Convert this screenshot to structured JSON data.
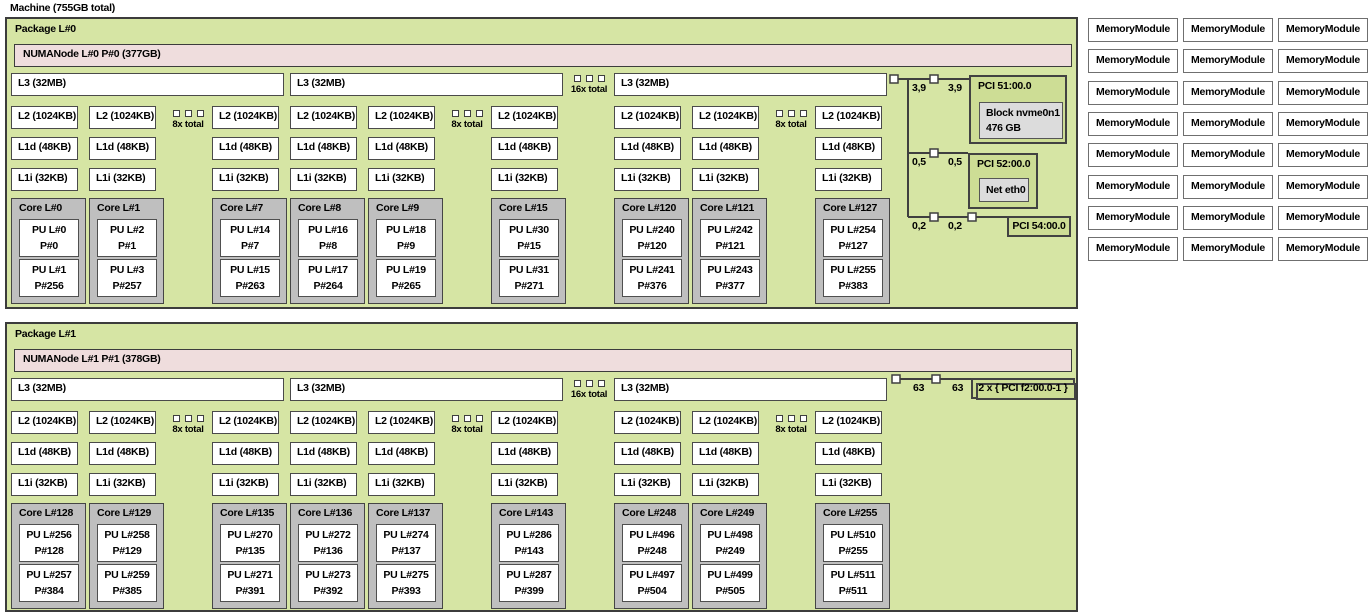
{
  "machine": {
    "label": "Machine (755GB total)"
  },
  "colors": {
    "package_fill": "#d6e5a4",
    "numanode_fill": "#efdddd",
    "core_fill": "#bfbfbf",
    "pci_fill": "#cddd95",
    "device_fill": "#dcdcdc",
    "box_fill": "#ffffff",
    "border": "#3c3c3c"
  },
  "cache_labels": {
    "l3": "L3 (32MB)",
    "l2": "L2 (1024KB)",
    "l1d": "L1d (48KB)",
    "l1i": "L1i (32KB)"
  },
  "collapse": {
    "l2_more": "8x total",
    "l3_more": "16x total"
  },
  "packages": [
    {
      "label": "Package L#0",
      "numanode": "NUMANode L#0 P#0 (377GB)",
      "groups": [
        {
          "cores": [
            {
              "label": "Core L#0",
              "pus": [
                {
                  "l": "PU L#0",
                  "p": "P#0"
                },
                {
                  "l": "PU L#1",
                  "p": "P#256"
                }
              ]
            },
            {
              "label": "Core L#1",
              "pus": [
                {
                  "l": "PU L#2",
                  "p": "P#1"
                },
                {
                  "l": "PU L#3",
                  "p": "P#257"
                }
              ]
            },
            {
              "label": "Core L#7",
              "pus": [
                {
                  "l": "PU L#14",
                  "p": "P#7"
                },
                {
                  "l": "PU L#15",
                  "p": "P#263"
                }
              ]
            }
          ]
        },
        {
          "cores": [
            {
              "label": "Core L#8",
              "pus": [
                {
                  "l": "PU L#16",
                  "p": "P#8"
                },
                {
                  "l": "PU L#17",
                  "p": "P#264"
                }
              ]
            },
            {
              "label": "Core L#9",
              "pus": [
                {
                  "l": "PU L#18",
                  "p": "P#9"
                },
                {
                  "l": "PU L#19",
                  "p": "P#265"
                }
              ]
            },
            {
              "label": "Core L#15",
              "pus": [
                {
                  "l": "PU L#30",
                  "p": "P#15"
                },
                {
                  "l": "PU L#31",
                  "p": "P#271"
                }
              ]
            }
          ]
        },
        {
          "cores": [
            {
              "label": "Core L#120",
              "pus": [
                {
                  "l": "PU L#240",
                  "p": "P#120"
                },
                {
                  "l": "PU L#241",
                  "p": "P#376"
                }
              ]
            },
            {
              "label": "Core L#121",
              "pus": [
                {
                  "l": "PU L#242",
                  "p": "P#121"
                },
                {
                  "l": "PU L#243",
                  "p": "P#377"
                }
              ]
            },
            {
              "label": "Core L#127",
              "pus": [
                {
                  "l": "PU L#254",
                  "p": "P#127"
                },
                {
                  "l": "PU L#255",
                  "p": "P#383"
                }
              ]
            }
          ]
        }
      ],
      "pci": {
        "branches": [
          {
            "speed_left": "3,9",
            "speed_right": "3,9",
            "box": {
              "label": "PCI 51:00.0",
              "device": {
                "lines": [
                  "Block nvme0n1",
                  "476 GB"
                ]
              }
            }
          },
          {
            "speed_left": "0,5",
            "speed_right": "0,5",
            "box": {
              "label": "PCI 52:00.0",
              "device": {
                "lines": [
                  "Net eth0"
                ]
              }
            }
          },
          {
            "speed_left": "0,2",
            "speed_right": "0,2",
            "box": {
              "label": "PCI 54:00.0"
            }
          }
        ]
      }
    },
    {
      "label": "Package L#1",
      "numanode": "NUMANode L#1 P#1 (378GB)",
      "groups": [
        {
          "cores": [
            {
              "label": "Core L#128",
              "pus": [
                {
                  "l": "PU L#256",
                  "p": "P#128"
                },
                {
                  "l": "PU L#257",
                  "p": "P#384"
                }
              ]
            },
            {
              "label": "Core L#129",
              "pus": [
                {
                  "l": "PU L#258",
                  "p": "P#129"
                },
                {
                  "l": "PU L#259",
                  "p": "P#385"
                }
              ]
            },
            {
              "label": "Core L#135",
              "pus": [
                {
                  "l": "PU L#270",
                  "p": "P#135"
                },
                {
                  "l": "PU L#271",
                  "p": "P#391"
                }
              ]
            }
          ]
        },
        {
          "cores": [
            {
              "label": "Core L#136",
              "pus": [
                {
                  "l": "PU L#272",
                  "p": "P#136"
                },
                {
                  "l": "PU L#273",
                  "p": "P#392"
                }
              ]
            },
            {
              "label": "Core L#137",
              "pus": [
                {
                  "l": "PU L#274",
                  "p": "P#137"
                },
                {
                  "l": "PU L#275",
                  "p": "P#393"
                }
              ]
            },
            {
              "label": "Core L#143",
              "pus": [
                {
                  "l": "PU L#286",
                  "p": "P#143"
                },
                {
                  "l": "PU L#287",
                  "p": "P#399"
                }
              ]
            }
          ]
        },
        {
          "cores": [
            {
              "label": "Core L#248",
              "pus": [
                {
                  "l": "PU L#496",
                  "p": "P#248"
                },
                {
                  "l": "PU L#497",
                  "p": "P#504"
                }
              ]
            },
            {
              "label": "Core L#249",
              "pus": [
                {
                  "l": "PU L#498",
                  "p": "P#249"
                },
                {
                  "l": "PU L#499",
                  "p": "P#505"
                }
              ]
            },
            {
              "label": "Core L#255",
              "pus": [
                {
                  "l": "PU L#510",
                  "p": "P#255"
                },
                {
                  "l": "PU L#511",
                  "p": "P#511"
                }
              ]
            }
          ]
        }
      ],
      "pci": {
        "branches": [
          {
            "speed_left": "63",
            "speed_right": "63",
            "box": {
              "label": "2 x { PCI f2:00.0-1 }",
              "stacked": true
            }
          }
        ]
      }
    }
  ],
  "memory": {
    "label": "MemoryModule",
    "count": 24,
    "columns": 3,
    "rows": 8
  }
}
